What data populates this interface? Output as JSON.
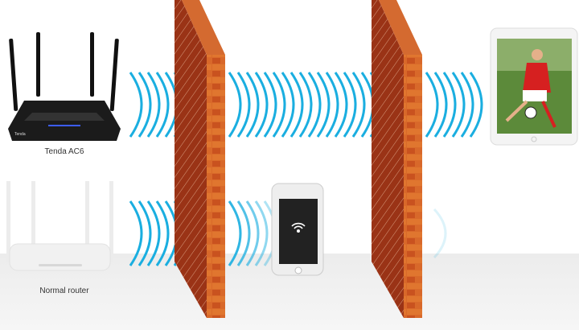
{
  "labels": {
    "tenda": "Tenda AC6",
    "normal": "Normal router"
  },
  "logo_text": "Tenda",
  "colors": {
    "wave": "#1aaee0",
    "brick": "#c8561e",
    "brick_dark": "#8e2a12",
    "mortar": "#f3d9c4"
  },
  "icons": {
    "phone_signal": "wifi-icon"
  }
}
